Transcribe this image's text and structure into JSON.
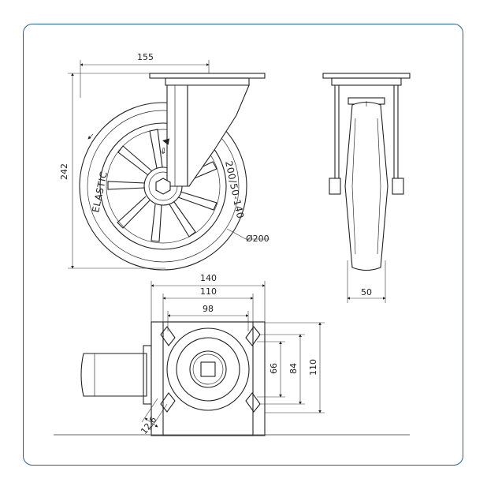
{
  "dimensions": {
    "total_width": "155",
    "height": "242",
    "wheel_diameter": "Ø200",
    "wheel_width": "50",
    "plate_width": "140",
    "hole_spacing_outer": "110",
    "hole_spacing_inner": "98",
    "vertical_66": "66",
    "vertical_84": "84",
    "vertical_110": "110",
    "slot": "12.6"
  },
  "wheel_markings": {
    "brand": "ELASTIC",
    "size": "200/50-140"
  },
  "colors": {
    "frame_border": "#2c5f8a",
    "line": "#222222"
  }
}
